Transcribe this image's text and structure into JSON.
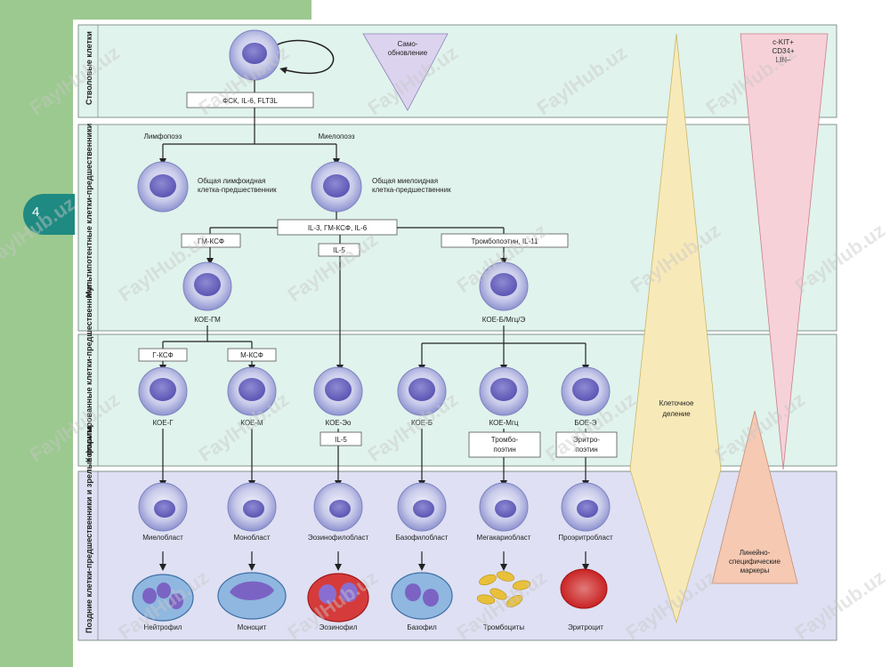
{
  "slide": {
    "number": "4"
  },
  "bands": [
    "Стволовые клетки",
    "Мультипотентные клетки-предшественники",
    "Коммитированные клетки-предшественники",
    "Поздние клетки-предшественники и зрелые формы"
  ],
  "factors": {
    "stem": "ФСК, IL-6, FLT3L",
    "lymphopoiesis": "Лимфопоэз",
    "myelopoiesis": "Миелопоэз",
    "multi": "IL-3, ГМ-КСФ, IL-6",
    "gm_csf": "ГМ-КСФ",
    "il5_top": "IL-5",
    "tpo_il11": "Тромбопоэтин, IL-11",
    "g_csf": "Г-КСФ",
    "m_csf": "М-КСФ",
    "il5_bottom": "IL-5",
    "tpo": [
      "Тромбо-",
      "поэтин"
    ],
    "epo": [
      "Эритро-",
      "поэтин"
    ]
  },
  "cells": {
    "clp": [
      "Общая лимфоидная",
      "клетка-предшественник"
    ],
    "cmp": [
      "Общая миелоидная",
      "клетка-предшественник"
    ],
    "cfu_gm": "КОЕ-ГМ",
    "cfu_bmeg": "КОЕ-Б/Мгц/Э",
    "committed": [
      "КОЕ-Г",
      "КОЕ-М",
      "КОЕ-Эо",
      "КОЕ-Б",
      "КОЕ-Мгц",
      "БОЕ-Э"
    ],
    "blasts": [
      "Миелобласт",
      "Монобласт",
      "Эозинофилобласт",
      "Базофилобласт",
      "Мегакариобласт",
      "Проэритробласт"
    ],
    "mature": [
      "Нейтрофил",
      "Моноцит",
      "Эозинофил",
      "Базофил",
      "Тромбоциты",
      "Эритроцит"
    ]
  },
  "triangles": {
    "self_renewal": [
      "Само-",
      "обновление"
    ],
    "markers": [
      "c-KIT+",
      "CD34+",
      "LIN–"
    ],
    "division": [
      "Клеточное",
      "деление"
    ],
    "lineage": [
      "Линейно-",
      "специфические",
      "маркеры"
    ]
  },
  "watermark": "FaylHub.uz"
}
